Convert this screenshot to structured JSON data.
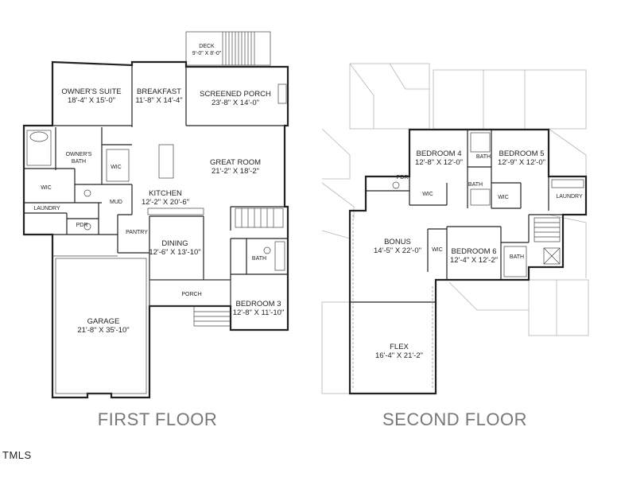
{
  "first_floor": {
    "title": "FIRST FLOOR",
    "rooms": [
      {
        "id": "deck",
        "name": "DECK",
        "dims": "9'-0\" X 8'-0\""
      },
      {
        "id": "owners_suite",
        "name": "OWNER'S SUITE",
        "dims": "18'-4\" X 15'-0\""
      },
      {
        "id": "breakfast",
        "name": "BREAKFAST",
        "dims": "11'-8\" X 14'-4\""
      },
      {
        "id": "screened_porch",
        "name": "SCREENED PORCH",
        "dims": "23'-8\" X 14'-0\""
      },
      {
        "id": "owners_bath",
        "name": "OWNER'S",
        "name2": "BATH"
      },
      {
        "id": "wic_a",
        "name": "WIC"
      },
      {
        "id": "wic_b",
        "name": "WIC"
      },
      {
        "id": "great_room",
        "name": "GREAT ROOM",
        "dims": "21'-2\" X 18'-2\""
      },
      {
        "id": "kitchen",
        "name": "KITCHEN",
        "dims": "12'-2\" X 20'-6\""
      },
      {
        "id": "mud",
        "name": "MUD"
      },
      {
        "id": "laundry",
        "name": "LAUNDRY"
      },
      {
        "id": "pdr",
        "name": "PDR"
      },
      {
        "id": "pantry",
        "name": "PANTRY"
      },
      {
        "id": "dining",
        "name": "DINING",
        "dims": "12'-6\" X 13'-10\""
      },
      {
        "id": "bath",
        "name": "BATH"
      },
      {
        "id": "porch",
        "name": "PORCH"
      },
      {
        "id": "bedroom3",
        "name": "BEDROOM 3",
        "dims": "12'-8\" X 11'-10\""
      },
      {
        "id": "garage",
        "name": "GARAGE",
        "dims": "21'-8\" X 35'-10\""
      }
    ]
  },
  "second_floor": {
    "title": "SECOND FLOOR",
    "rooms": [
      {
        "id": "bedroom4",
        "name": "BEDROOM 4",
        "dims": "12'-8\" X 12'-0\""
      },
      {
        "id": "bath_a",
        "name": "BATH"
      },
      {
        "id": "bedroom5",
        "name": "BEDROOM 5",
        "dims": "12'-9\" X 12'-0\""
      },
      {
        "id": "pdr",
        "name": "PDR"
      },
      {
        "id": "bath_b",
        "name": "BATH"
      },
      {
        "id": "wic_a",
        "name": "WIC"
      },
      {
        "id": "wic_b",
        "name": "WIC"
      },
      {
        "id": "laundry",
        "name": "LAUNDRY"
      },
      {
        "id": "bonus",
        "name": "BONUS",
        "dims": "14'-5\" X 22'-0\""
      },
      {
        "id": "wic_c",
        "name": "WIC"
      },
      {
        "id": "bedroom6",
        "name": "BEDROOM 6",
        "dims": "12'-4\" X 12'-2\""
      },
      {
        "id": "bath_c",
        "name": "BATH"
      },
      {
        "id": "flex",
        "name": "FLEX",
        "dims": "16'-4\" X 21'-2\""
      }
    ]
  },
  "watermark": "TMLS"
}
